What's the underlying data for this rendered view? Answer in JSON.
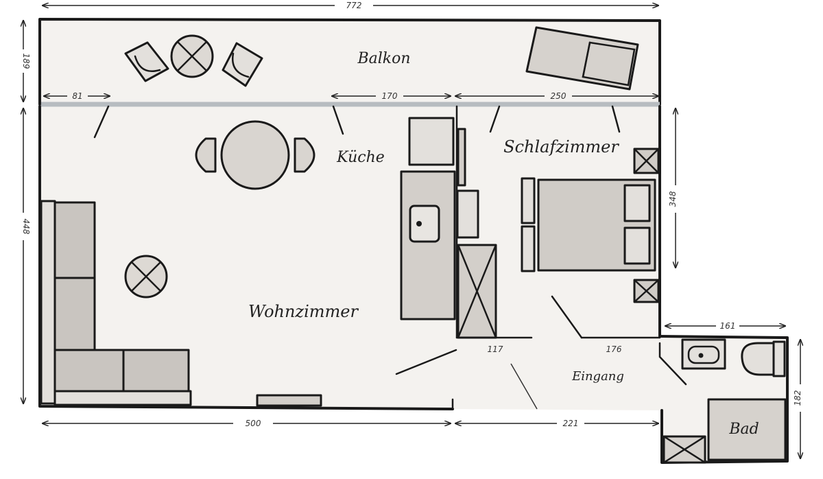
{
  "rooms": {
    "balkon": "Balkon",
    "kueche": "Küche",
    "schlafzimmer": "Schlafzimmer",
    "wohnzimmer": "Wohnzimmer",
    "eingang": "Eingang",
    "bad": "Bad"
  },
  "dimensions": {
    "top_total": "772",
    "balkon_height": "189",
    "balkon_door_left": "81",
    "balkon_door_mid": "170",
    "balkon_door_right": "250",
    "bedroom_height": "348",
    "living_height": "448",
    "bath_width": "161",
    "hall_door": "117",
    "hall_width": "176",
    "bath_height": "182",
    "bottom_left": "500",
    "bottom_right": "221"
  },
  "colors": {
    "floor": "#f4f2ef",
    "wall": "#1a1a1a",
    "furniture_fill": "#cfcbc6",
    "furniture_light": "#e3e0dc",
    "window": "#b7bcc0"
  }
}
